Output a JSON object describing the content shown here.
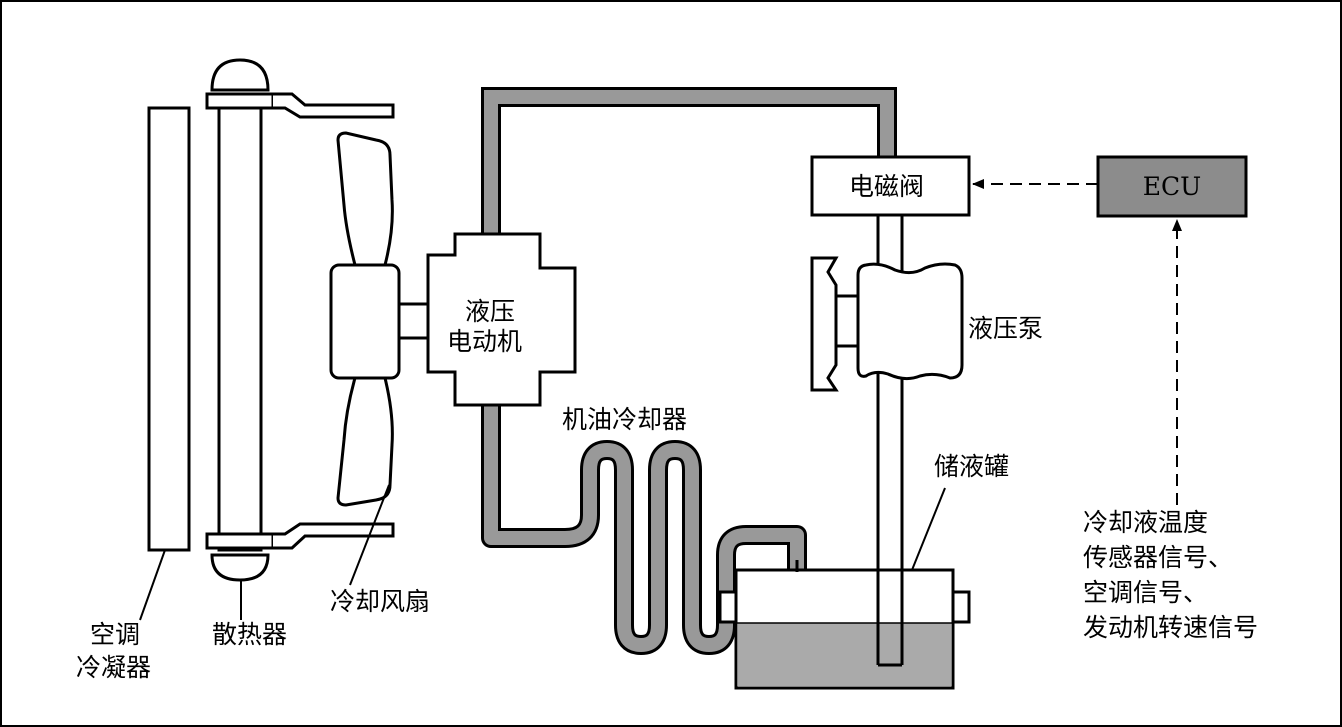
{
  "labels": {
    "condenser_line1": "空调",
    "condenser_line2": "冷凝器",
    "radiator": "散热器",
    "fan": "冷却风扇",
    "motor_line1": "液压",
    "motor_line2": "电动机",
    "oil_cooler": "机油冷却器",
    "solenoid": "电磁阀",
    "pump": "液压泵",
    "reservoir": "储液罐",
    "ecu": "ECU",
    "signals_line1": "冷却液温度",
    "signals_line2": "传感器信号、",
    "signals_line3": "空调信号、",
    "signals_line4": "发动机转速信号"
  },
  "colors": {
    "pipe": "#999999",
    "fluid": "#aaaaaa",
    "ecu_fill": "#8c8c8c"
  }
}
